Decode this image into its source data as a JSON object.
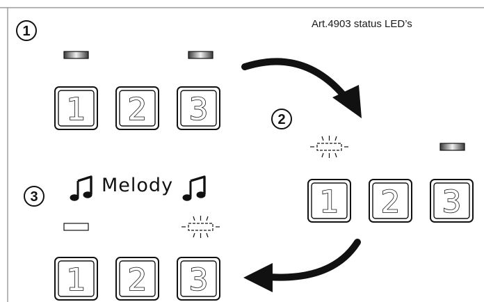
{
  "caption": "Art.4903 status LED’s",
  "melody_text": "Melody",
  "steps": [
    {
      "number": "1",
      "button_labels": [
        "1",
        "2",
        "3"
      ]
    },
    {
      "number": "2",
      "button_labels": [
        "1",
        "2",
        "3"
      ]
    },
    {
      "number": "3",
      "button_labels": [
        "1",
        "2",
        "3"
      ]
    }
  ],
  "led_states": {
    "step1": [
      "on",
      "off",
      "on"
    ],
    "step2": [
      "blinking",
      "off",
      "on"
    ],
    "step3": [
      "off",
      "off",
      "blinking"
    ]
  },
  "colors": {
    "ink": "#111111",
    "led_on_dark": "#3a3a3a",
    "led_on_light": "#f0f0f0",
    "frame": "#8a8a8a"
  },
  "icons": [
    "music-note-icon",
    "arrow-curve-icon"
  ]
}
